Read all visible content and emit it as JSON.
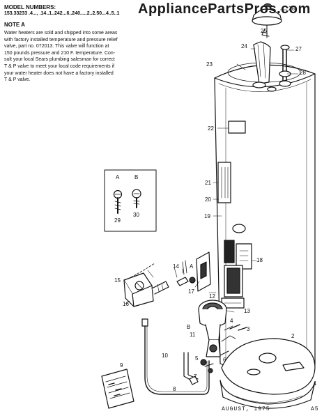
{
  "watermark": "AppliancePartsPros.com",
  "header": {
    "model_label": "MODEL NUMBERS:",
    "model_numbers": "153.33233  .4...,  .14..1..242...6..240.....2..2.50...4..5..1",
    "note_title": "NOTE A"
  },
  "note_lines": [
    "Water heaters are sold and shipped into some areas",
    "with factory installed temperature and pressure relief",
    "valve, part no. 072013.  This valve will function at",
    "150 pounds pressure and 210 F. temperature.  Con-",
    "sult your local Sears plumbing salesman for correct",
    "T & P valve to meet your local code requirements if",
    "your water heater does not have a factory installed",
    "T & P valve."
  ],
  "inset": {
    "label_a": "A",
    "label_b": "B",
    "part_a": "29",
    "part_b": "30"
  },
  "labels": {
    "A": "A",
    "B": "B"
  },
  "callouts": [
    "1",
    "2",
    "3",
    "4",
    "5",
    "6",
    "7",
    "8",
    "9",
    "10",
    "11",
    "12",
    "13",
    "14",
    "15",
    "16",
    "17",
    "18",
    "19",
    "20",
    "21",
    "22",
    "23",
    "24",
    "25",
    "26",
    "27",
    "28"
  ],
  "footer": {
    "date": "AUGUST,  1975",
    "code": "A5"
  }
}
